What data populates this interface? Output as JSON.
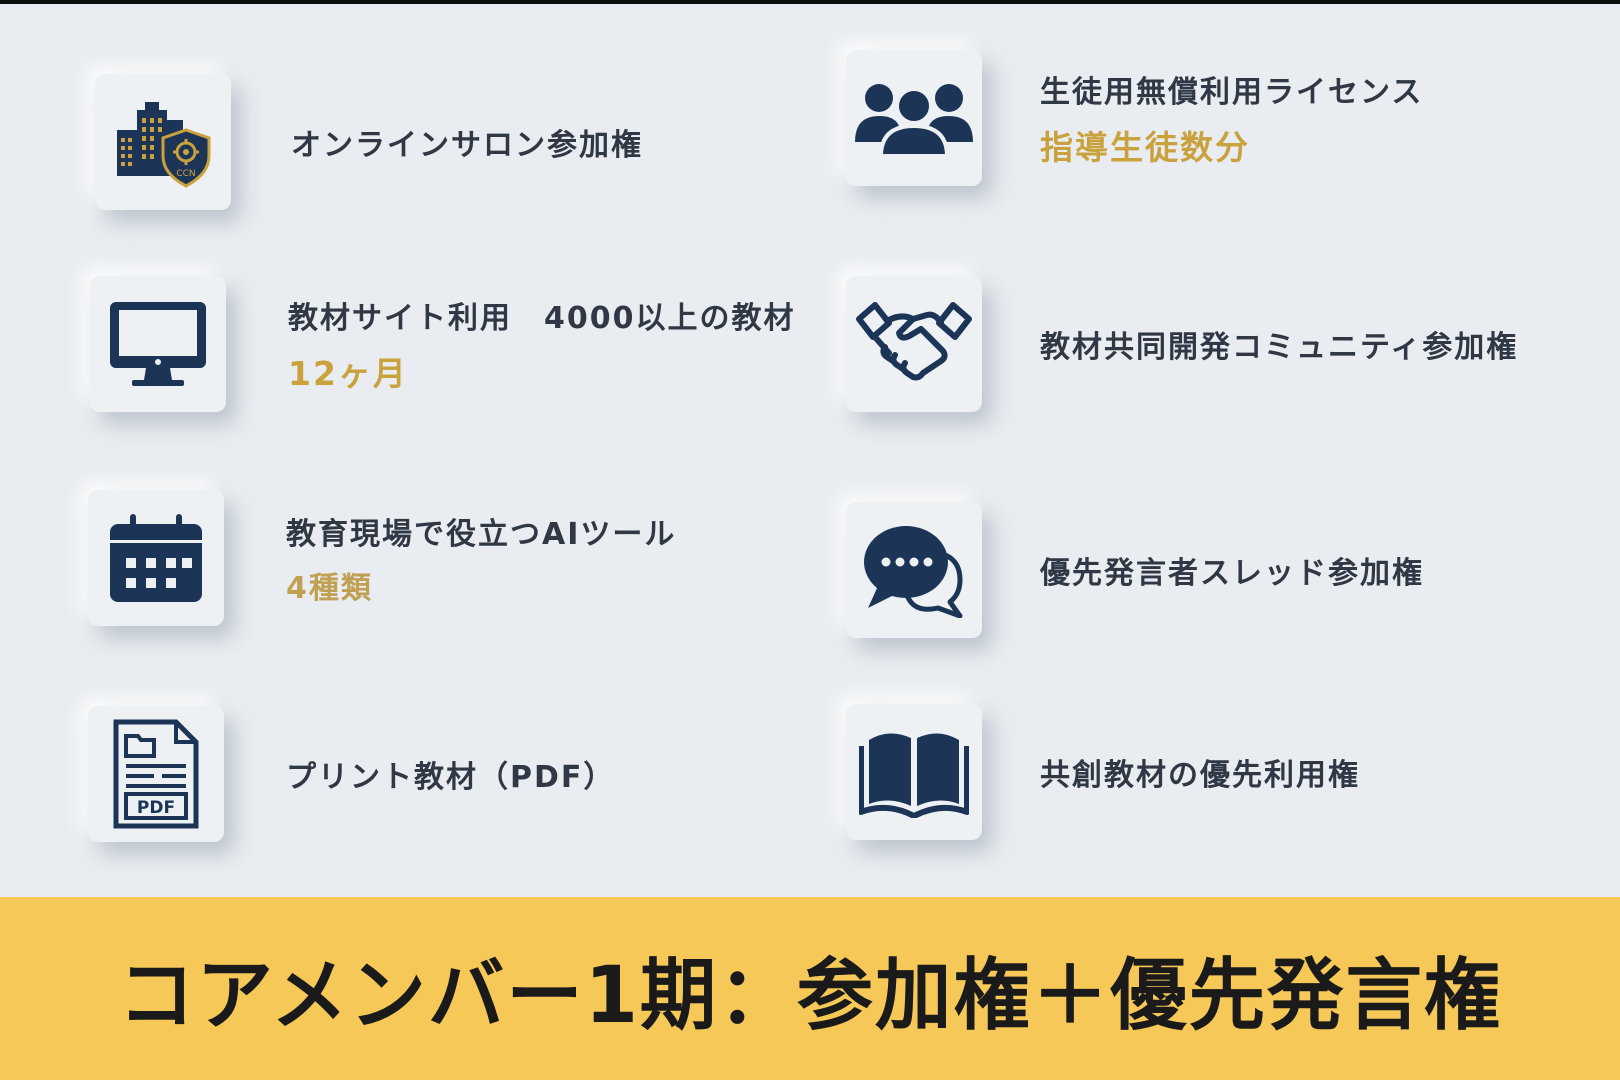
{
  "colors": {
    "background": "#e9edf1",
    "icon_navy": "#1c3557",
    "accent_gold": "#c9a23e",
    "banner_yellow": "#f5c858"
  },
  "features": [
    {
      "icon": "building-shield-icon",
      "icon_badge_text": "CCN",
      "title": "オンラインサロン参加権",
      "highlight": ""
    },
    {
      "icon": "monitor-icon",
      "title": "教材サイト利用　4000以上の教材",
      "highlight": "12ヶ月"
    },
    {
      "icon": "calendar-icon",
      "title": "教育現場で役立つAIツール",
      "highlight": "4種類"
    },
    {
      "icon": "pdf-document-icon",
      "icon_badge_text": "PDF",
      "title": "プリント教材（PDF）",
      "highlight": ""
    },
    {
      "icon": "people-group-icon",
      "title": "生徒用無償利用ライセンス",
      "highlight": "指導生徒数分"
    },
    {
      "icon": "handshake-icon",
      "title": "教材共同開発コミュニティ参加権",
      "highlight": ""
    },
    {
      "icon": "chat-bubbles-icon",
      "title": "優先発言者スレッド参加権",
      "highlight": ""
    },
    {
      "icon": "open-book-icon",
      "title": "共創教材の優先利用権",
      "highlight": ""
    }
  ],
  "banner": {
    "text": "コアメンバー1期：参加権＋優先発言権"
  }
}
